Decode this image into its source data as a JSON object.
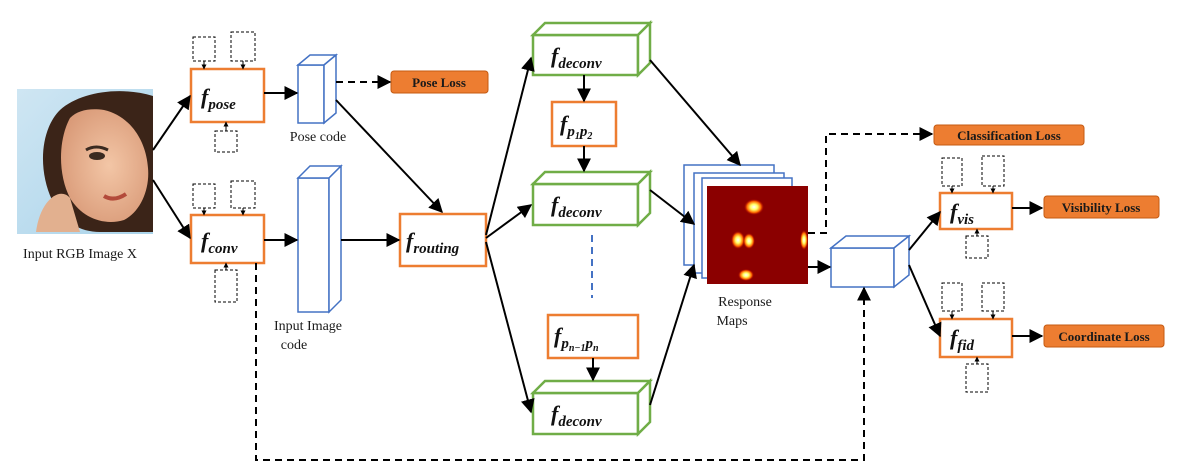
{
  "labels": {
    "input_image": "Input RGB Image X",
    "pose_code": "Pose code",
    "input_code_line1": "Input Image",
    "input_code_line2": "code",
    "response_line1": "Response",
    "response_line2": "Maps"
  },
  "functions": {
    "pose": {
      "main": "f",
      "sub": "pose"
    },
    "conv": {
      "main": "f",
      "sub": "conv"
    },
    "routing": {
      "main": "f",
      "sub": "routing"
    },
    "deconv1": {
      "main": "f",
      "sub": "deconv"
    },
    "deconv2": {
      "main": "f",
      "sub": "deconv"
    },
    "deconv3": {
      "main": "f",
      "sub": "deconv"
    },
    "p1p2": {
      "main": "f",
      "sub": "p",
      "subsub": "1",
      "sub2": "p",
      "sub2sub": "2"
    },
    "pn1pn": {
      "main": "f",
      "sub": "p",
      "subsub": "n−1",
      "sub2": "p",
      "sub2sub": "n"
    },
    "vis": {
      "main": "f",
      "sub": "vis"
    },
    "fid": {
      "main": "f",
      "sub": "fid"
    }
  },
  "losses": {
    "pose": "Pose Loss",
    "classification": "Classification Loss",
    "visibility": "Visibility Loss",
    "coordinate": "Coordinate Loss"
  },
  "colors": {
    "orange_box": "#ED7D31",
    "loss_fill": "#ED7D31",
    "blue_box": "#4472C4",
    "green_box": "#70AD47",
    "heat_bg": "#8B0000"
  }
}
